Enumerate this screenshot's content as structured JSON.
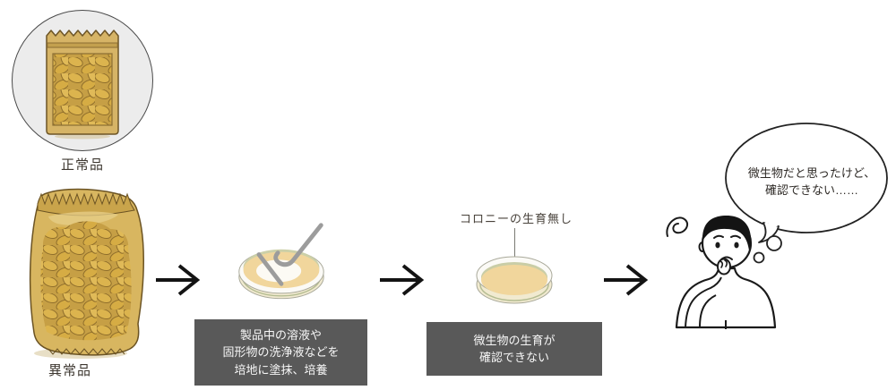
{
  "normal_product": {
    "label": "正常品"
  },
  "abnormal_product": {
    "label": "異常品"
  },
  "flow": {
    "step1": {
      "caption_lines": [
        "製品中の溶液や",
        "固形物の洗浄液などを",
        "培地に塗抹、培養"
      ]
    },
    "step2": {
      "annotation": "コロニーの生育無し",
      "caption_lines": [
        "微生物の生育が",
        "確認できない"
      ]
    },
    "step3": {
      "thought_lines": [
        "微生物だと思ったけど、",
        "確認できない……"
      ]
    }
  },
  "colors": {
    "caption_bg": "#595959",
    "caption_text": "#f7f7f7",
    "bag_tan": "#d6b35f",
    "bean_gold": "#dcb44e",
    "agar_cream": "#f1d69c",
    "arrow_black": "#141414",
    "label_text": "#3e3831"
  }
}
